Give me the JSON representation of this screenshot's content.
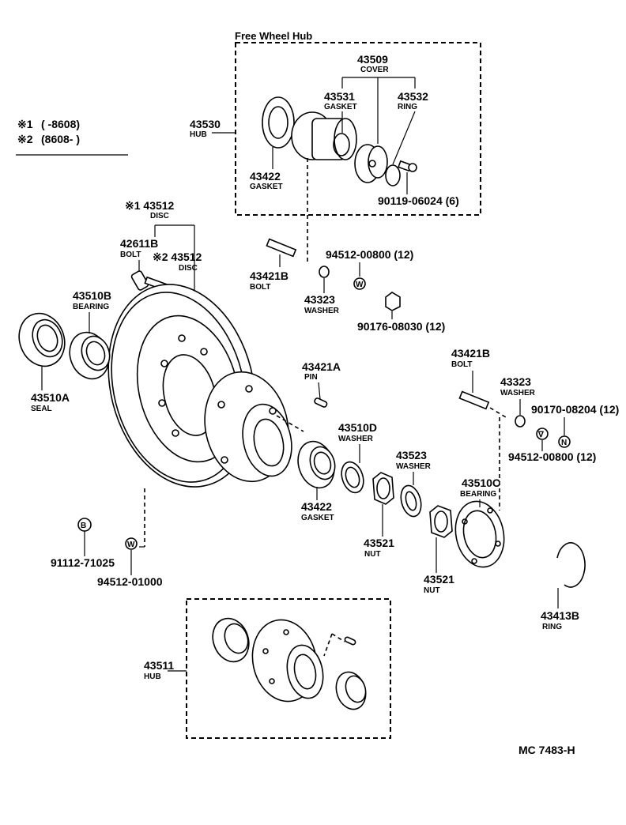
{
  "free_wheel_hub_title": "Free Wheel Hub",
  "legend": {
    "mark1": "※1",
    "mark1_range": "(      -8608)",
    "mark2": "※2",
    "mark2_range": "(8608-       )"
  },
  "parts": [
    {
      "id": "p43509",
      "num": "43509",
      "label": "COVER"
    },
    {
      "id": "p43531",
      "num": "43531",
      "label": "GASKET"
    },
    {
      "id": "p43532",
      "num": "43532",
      "label": "RING"
    },
    {
      "id": "p43530",
      "num": "43530",
      "label": "HUB"
    },
    {
      "id": "p43422a",
      "num": "43422",
      "label": "GASKET"
    },
    {
      "id": "p90119",
      "num": "90119-06024 (6)",
      "label": ""
    },
    {
      "id": "p43512a",
      "num": "※1 43512",
      "label": "DISC"
    },
    {
      "id": "p42611b",
      "num": "42611B",
      "label": "BOLT"
    },
    {
      "id": "p43512b",
      "num": "※2  43512",
      "label": "DISC"
    },
    {
      "id": "p43421b_a",
      "num": "43421B",
      "label": "BOLT"
    },
    {
      "id": "p94512_a",
      "num": "94512-00800 (12)",
      "label": ""
    },
    {
      "id": "p43323_a",
      "num": "43323",
      "label": "WASHER"
    },
    {
      "id": "p90176",
      "num": "90176-08030 (12)",
      "label": ""
    },
    {
      "id": "p43510b",
      "num": "43510B",
      "label": "BEARING"
    },
    {
      "id": "p43510a",
      "num": "43510A",
      "label": "SEAL"
    },
    {
      "id": "p43421a",
      "num": "43421A",
      "label": "PIN"
    },
    {
      "id": "p43421b_b",
      "num": "43421B",
      "label": "BOLT"
    },
    {
      "id": "p43323_b",
      "num": "43323",
      "label": "WASHER"
    },
    {
      "id": "p90170",
      "num": "90170-08204 (12)",
      "label": ""
    },
    {
      "id": "p94512_b",
      "num": "94512-00800 (12)",
      "label": ""
    },
    {
      "id": "p43510d",
      "num": "43510D",
      "label": "WASHER"
    },
    {
      "id": "p43523",
      "num": "43523",
      "label": "WASHER"
    },
    {
      "id": "p43422b",
      "num": "43422",
      "label": "GASKET"
    },
    {
      "id": "p43510c",
      "num": "43510C",
      "label": "BEARING"
    },
    {
      "id": "p43521a",
      "num": "43521",
      "label": "NUT"
    },
    {
      "id": "p43521b",
      "num": "43521",
      "label": "NUT"
    },
    {
      "id": "p91112",
      "num": "91112-71025",
      "label": ""
    },
    {
      "id": "p94512_c",
      "num": "94512-01000",
      "label": ""
    },
    {
      "id": "p43413b",
      "num": "43413B",
      "label": "RING"
    },
    {
      "id": "p43511",
      "num": "43511",
      "label": "HUB"
    }
  ],
  "symbols": {
    "w": "W",
    "n": "N",
    "b": "B",
    "v": "∇"
  },
  "figure_code": "MC  7483-H"
}
